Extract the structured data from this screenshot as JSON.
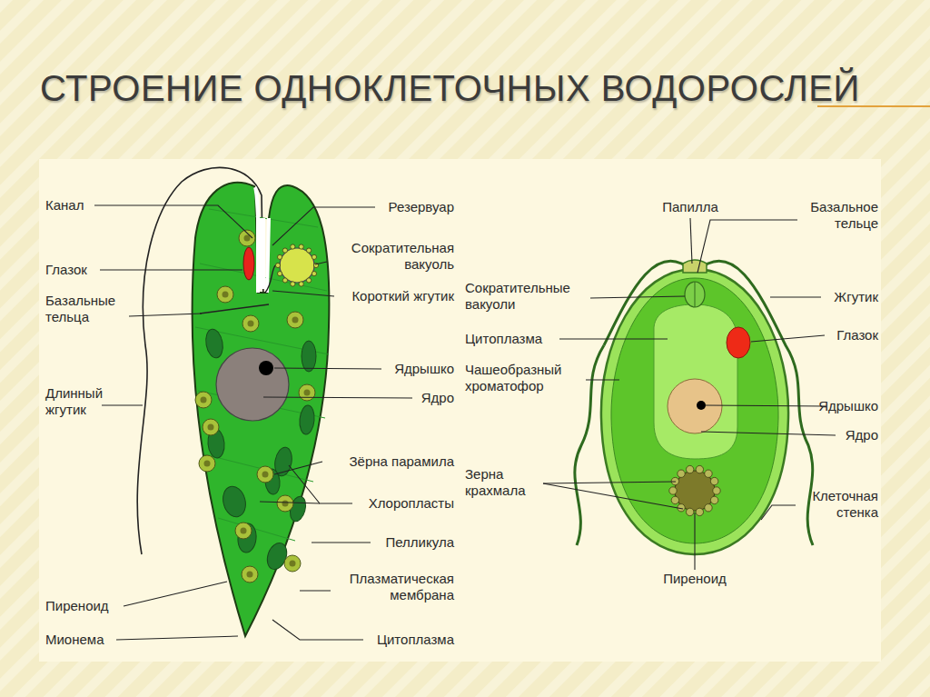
{
  "diagram": {
    "title": "СТРОЕНИЕ ОДНОКЛЕТОЧНЫХ ВОДОРОСЛЕЙ",
    "labels": [
      "Канал",
      "Глазок",
      "Базальные тельца",
      "Длинный жгутик",
      "Пиреноид",
      "Мионема",
      "Резервуар",
      "Сократительная вакуоль",
      "Короткий жгутик",
      "Ядрышко",
      "Ядро",
      "Зёрна парамила",
      "Хлоропласты",
      "Пелликула",
      "Плазматическая мембрана",
      "Цитоплазма",
      "Папилла",
      "Базальное тельце",
      "Сократительные вакуоли",
      "Цитоплазма",
      "Чашеобразный хроматофор",
      "Зерна крахмала",
      "Жгутик",
      "Глазок",
      "Ядрышко",
      "Ядро",
      "Клеточная стенка",
      "Пиреноид"
    ]
  }
}
